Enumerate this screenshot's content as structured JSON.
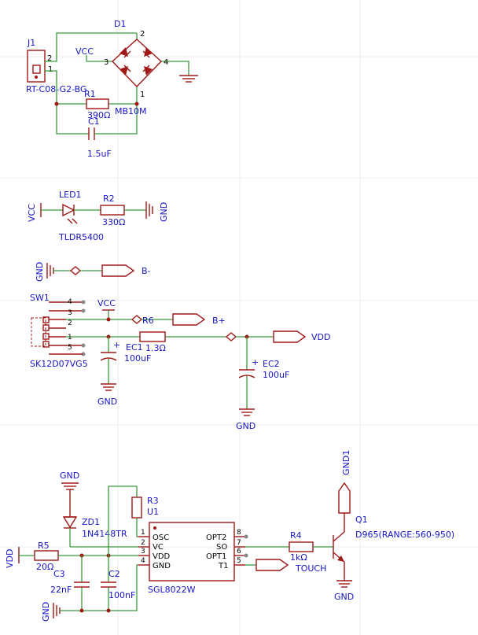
{
  "bridge": {
    "ref": "D1",
    "part": "MB10M",
    "vcc": "VCC",
    "pin1": "1",
    "pin2": "2",
    "pin3": "3",
    "pin4": "4"
  },
  "j1": {
    "ref": "J1",
    "part": "RT-C08-G2-BG",
    "pin1": "1",
    "pin2": "2"
  },
  "r1": {
    "ref": "R1",
    "value": "390Ω"
  },
  "c1": {
    "ref": "C1",
    "value": "1.5uF"
  },
  "led_row": {
    "vcc": "VCC",
    "led": "LED1",
    "led_part": "TLDR5400",
    "r2": "R2",
    "r2_value": "330Ω",
    "gnd": "GND"
  },
  "bminus_row": {
    "gnd": "GND",
    "net": "B-"
  },
  "sw1": {
    "ref": "SW1",
    "part": "SK12D07VG5",
    "pin1": "1",
    "pin2": "2",
    "pin3": "3",
    "pin4": "4",
    "pin5": "5"
  },
  "vcc_mid": "VCC",
  "r6": {
    "ref": "R6",
    "value": "1.3Ω"
  },
  "bplus": "B+",
  "ec1": {
    "ref": "EC1",
    "value": "100uF",
    "plus": "+"
  },
  "gnd_ec1": "GND",
  "vdd_net": "VDD",
  "ec2": {
    "ref": "EC2",
    "value": "100uF",
    "plus": "+"
  },
  "gnd_ec2": "GND",
  "u1": {
    "ref": "U1",
    "part": "SGL8022W",
    "r3": "R3",
    "osc": "OSC",
    "vc": "VC",
    "vdd": "VDD",
    "gnd": "GND",
    "opt2": "OPT2",
    "so": "SO",
    "opt1": "OPT1",
    "t1": "T1",
    "p1": "1",
    "p2": "2",
    "p3": "3",
    "p4": "4",
    "p5": "5",
    "p6": "6",
    "p7": "7",
    "p8": "8"
  },
  "gnd_top": "GND",
  "zd1": {
    "ref": "ZD1",
    "part": "1N4148TR"
  },
  "r5": {
    "ref": "R5",
    "value": "20Ω"
  },
  "vdd_left": "VDD",
  "c3": {
    "ref": "C3",
    "value": "22nF"
  },
  "c2": {
    "ref": "C2",
    "value": "100nF"
  },
  "gnd_bottom": "GND",
  "r4": {
    "ref": "R4",
    "value": "1kΩ"
  },
  "touch": "TOUCH",
  "q1": {
    "ref": "Q1",
    "part": "D965(RANGE:560-950)",
    "gnd1": "GND1",
    "gnd": "GND"
  }
}
